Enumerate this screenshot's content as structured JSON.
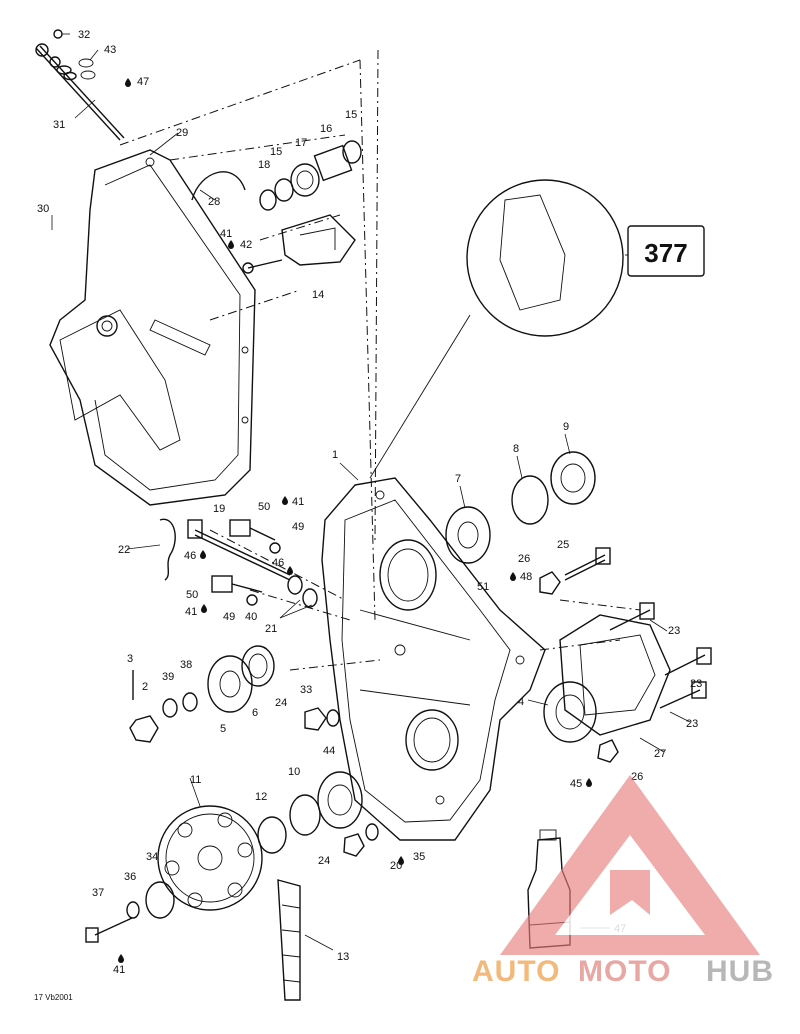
{
  "diagram": {
    "reference_box": "377",
    "drawing_code": "17 Vb2001",
    "callouts": [
      {
        "label": "32"
      },
      {
        "label": "43"
      },
      {
        "label": "47"
      },
      {
        "label": "31"
      },
      {
        "label": "29"
      },
      {
        "label": "15"
      },
      {
        "label": "16"
      },
      {
        "label": "17"
      },
      {
        "label": "15"
      },
      {
        "label": "18"
      },
      {
        "label": "28"
      },
      {
        "label": "30"
      },
      {
        "label": "41"
      },
      {
        "label": "42"
      },
      {
        "label": "14"
      },
      {
        "label": "1"
      },
      {
        "label": "9"
      },
      {
        "label": "8"
      },
      {
        "label": "7"
      },
      {
        "label": "19"
      },
      {
        "label": "50"
      },
      {
        "label": "41"
      },
      {
        "label": "49"
      },
      {
        "label": "22"
      },
      {
        "label": "46"
      },
      {
        "label": "46"
      },
      {
        "label": "26"
      },
      {
        "label": "25"
      },
      {
        "label": "48"
      },
      {
        "label": "51"
      },
      {
        "label": "50"
      },
      {
        "label": "41"
      },
      {
        "label": "49"
      },
      {
        "label": "40"
      },
      {
        "label": "21"
      },
      {
        "label": "23"
      },
      {
        "label": "23"
      },
      {
        "label": "23"
      },
      {
        "label": "3"
      },
      {
        "label": "38"
      },
      {
        "label": "2"
      },
      {
        "label": "39"
      },
      {
        "label": "5"
      },
      {
        "label": "6"
      },
      {
        "label": "33"
      },
      {
        "label": "24"
      },
      {
        "label": "4"
      },
      {
        "label": "27"
      },
      {
        "label": "45"
      },
      {
        "label": "26"
      },
      {
        "label": "11"
      },
      {
        "label": "44"
      },
      {
        "label": "10"
      },
      {
        "label": "12"
      },
      {
        "label": "34"
      },
      {
        "label": "24"
      },
      {
        "label": "20"
      },
      {
        "label": "35"
      },
      {
        "label": "36"
      },
      {
        "label": "37"
      },
      {
        "label": "41"
      },
      {
        "label": "13"
      },
      {
        "label": "47"
      }
    ]
  },
  "watermark": {
    "part1": "AUTO",
    "part2": "MOTO",
    "part3": "HUB",
    "colors": {
      "auto": "#f2b97a",
      "moto": "#e9a7a3",
      "hub": "#b7b7b7",
      "logo": "#e87c7c"
    }
  }
}
